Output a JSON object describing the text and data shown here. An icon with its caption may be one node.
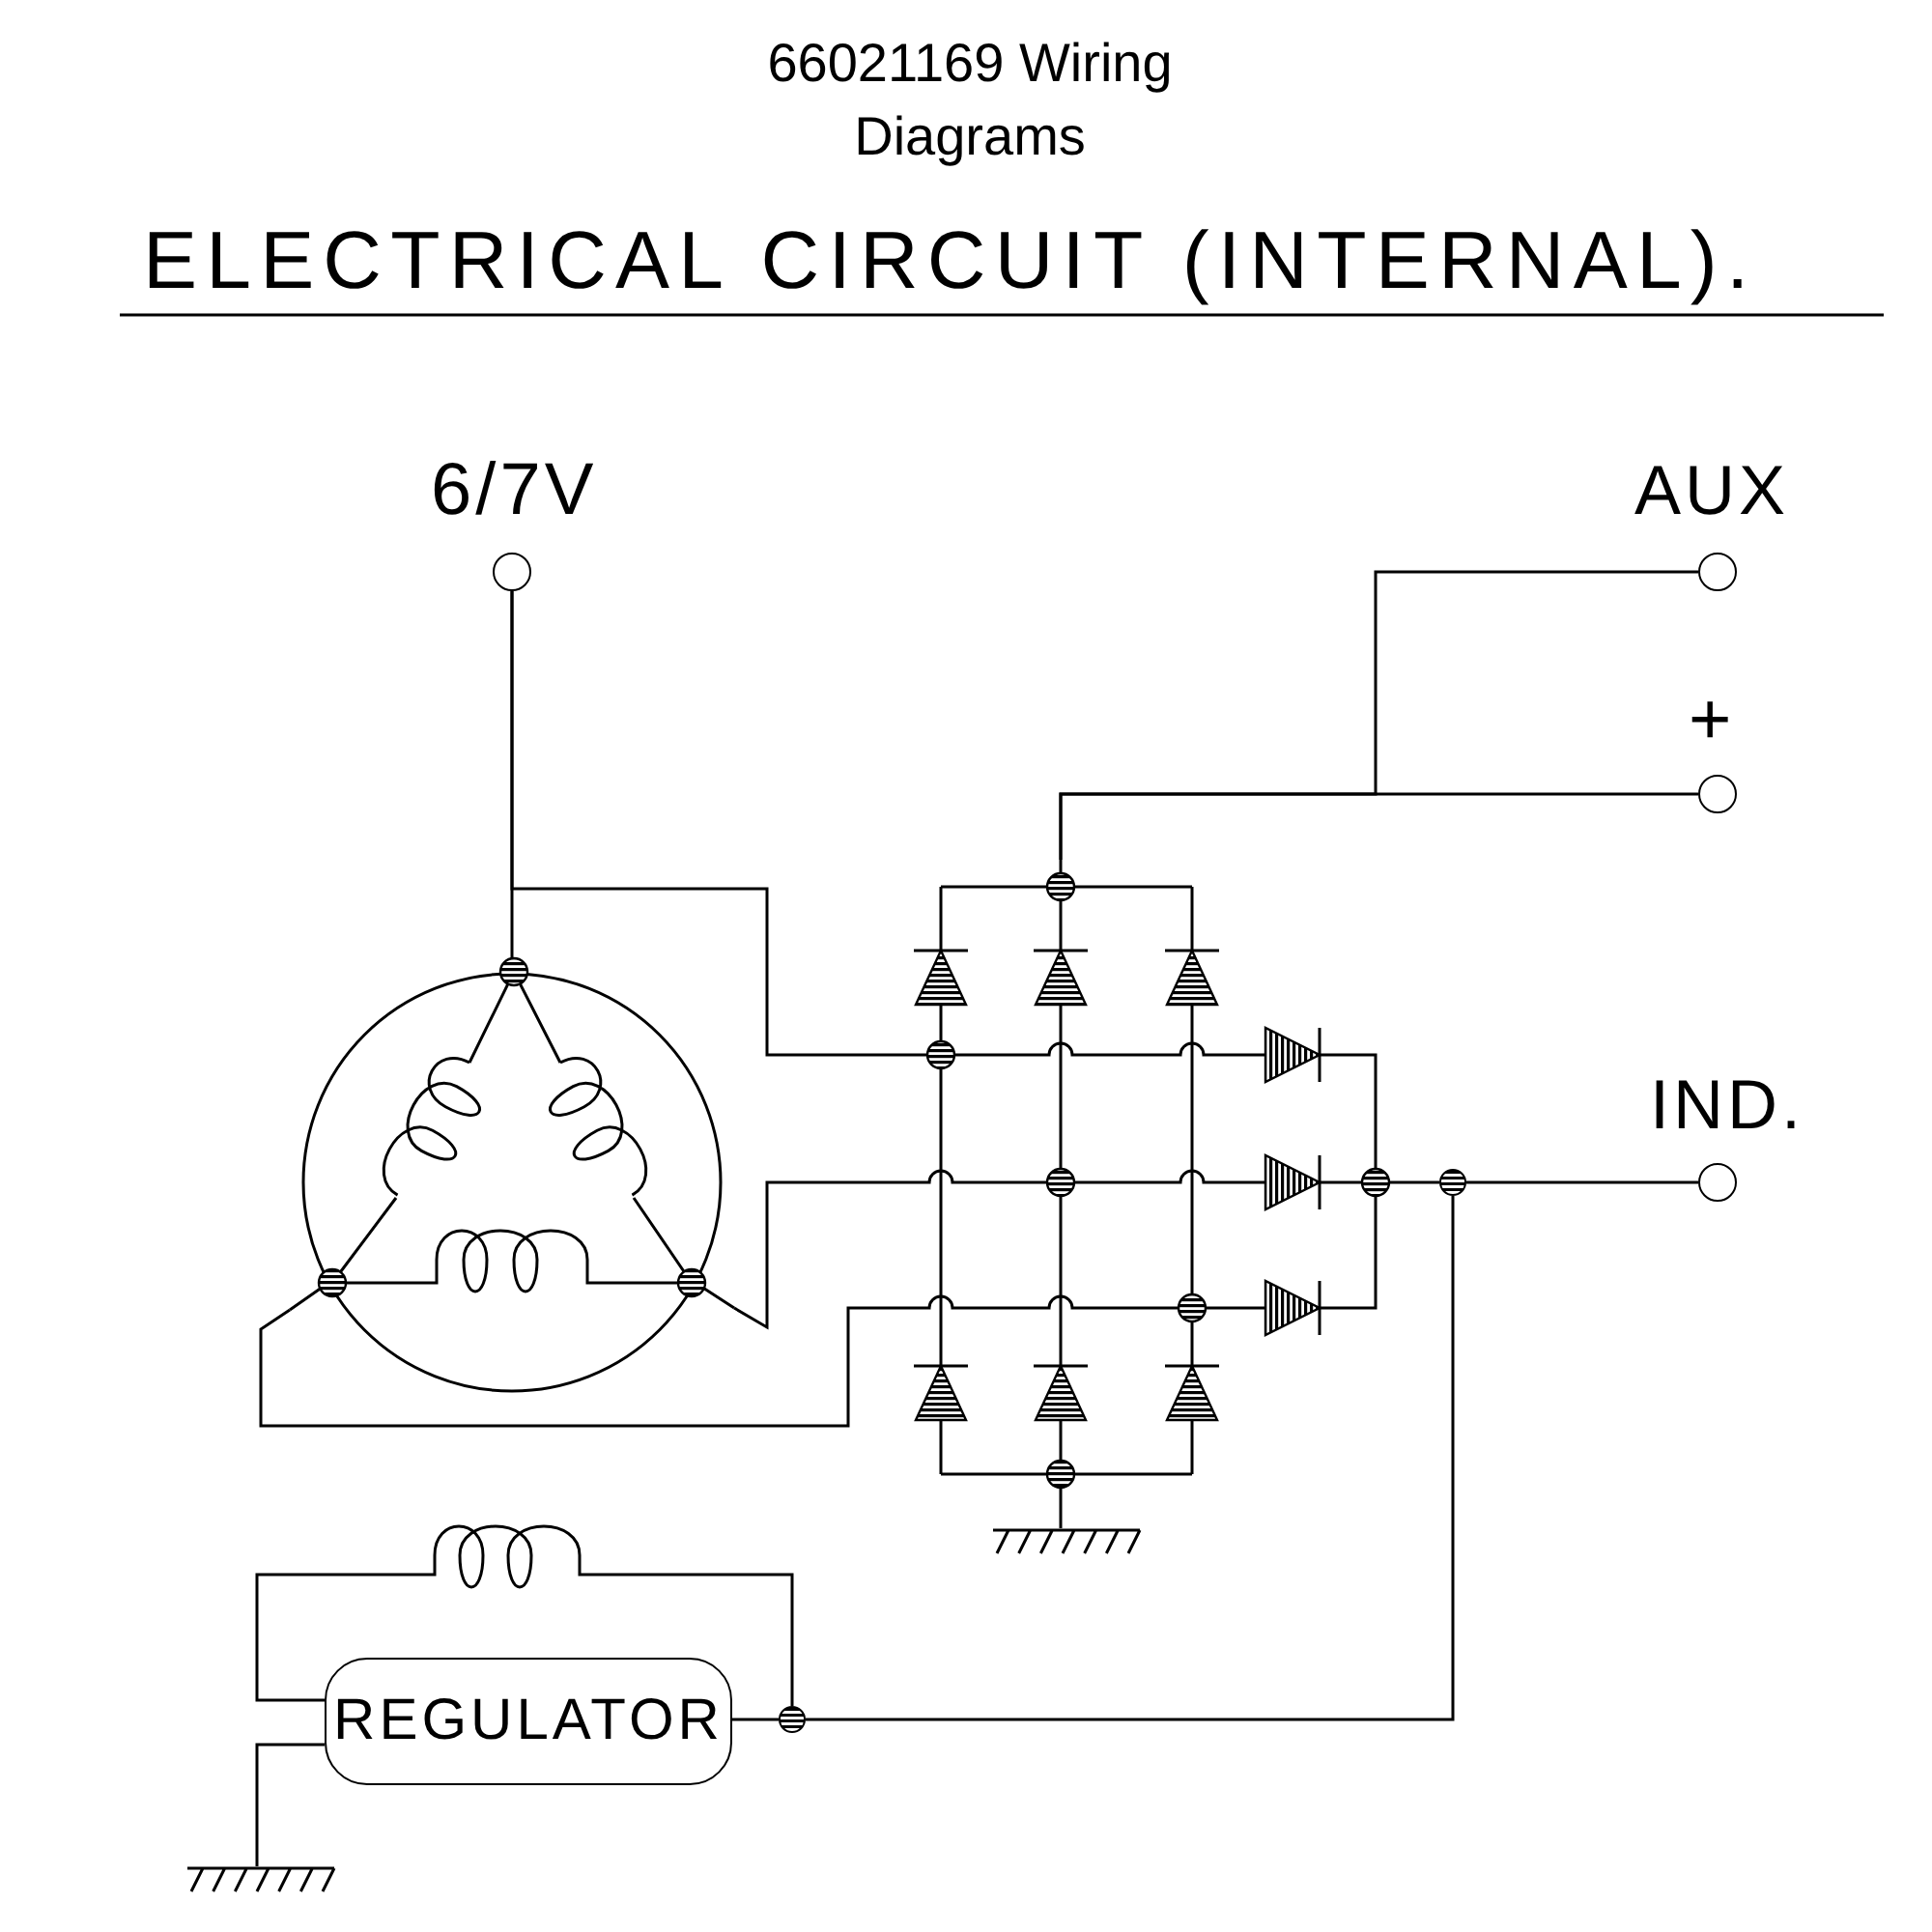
{
  "diagram": {
    "title": "66021169 Wiring Diagrams",
    "nodes": [
      {
        "text": [],
        "shape": "circle",
        "beside": [
          "6/7V"
        ]
      },
      {
        "text": [],
        "shape": "circle",
        "beside": [
          "AUX"
        ]
      },
      {
        "text": [],
        "shape": "circle",
        "beside": [
          "+"
        ]
      },
      {
        "text": [],
        "shape": "picture"
      },
      {
        "text": [],
        "shape": "picture"
      },
      {
        "text": [],
        "shape": "circle",
        "beside": [
          "IND."
        ]
      },
      {
        "text": [],
        "shape": "dot"
      },
      {
        "text": [],
        "shape": "ground"
      },
      {
        "text": [],
        "shape": "coil"
      },
      {
        "text": [
          "REGULATOR"
        ]
      },
      {
        "text": [],
        "shape": "dot"
      },
      {
        "text": [],
        "shape": "ground"
      }
    ],
    "edges": [
      {
        "from": 0,
        "to": 3,
        "arrow": "none"
      },
      {
        "from": 0,
        "to": 4,
        "arrow": "none"
      },
      {
        "from": 3,
        "to": 4,
        "arrow": "none"
      },
      {
        "from": 3,
        "to": 4,
        "arrow": "none"
      },
      {
        "from": 4,
        "to": 2,
        "arrow": "none"
      },
      {
        "from": 4,
        "to": 1,
        "arrow": "none"
      },
      {
        "from": 4,
        "to": 6,
        "arrow": "none"
      },
      {
        "from": 6,
        "to": 5,
        "arrow": "none"
      },
      {
        "from": 6,
        "to": 10,
        "arrow": "none"
      },
      {
        "from": 9,
        "to": 10,
        "arrow": "none"
      },
      {
        "from": 8,
        "to": 10,
        "arrow": "none"
      },
      {
        "from": 8,
        "to": 9,
        "arrow": "none"
      },
      {
        "from": 9,
        "to": 11,
        "arrow": "none"
      },
      {
        "from": 4,
        "to": 7,
        "arrow": "none"
      }
    ],
    "labels": [
      "ELECTRICAL CIRCUIT (INTERNAL)."
    ]
  }
}
